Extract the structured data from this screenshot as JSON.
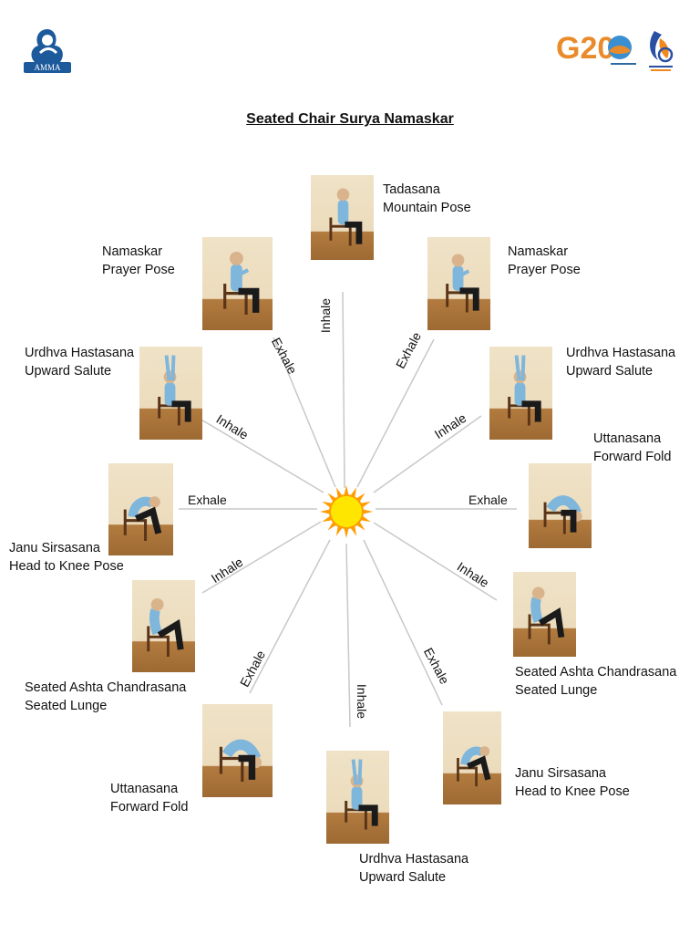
{
  "title": "Seated Chair Surya Namaskar",
  "logos": {
    "left": "AMMA",
    "right_main": "G20"
  },
  "poses": [
    {
      "id": "p1",
      "name": "Tadasana",
      "english": "Mountain Pose",
      "figure": "sit"
    },
    {
      "id": "p2",
      "name": "Namaskar",
      "english": "Prayer Pose",
      "figure": "pray"
    },
    {
      "id": "p3",
      "name": "Urdhva Hastasana",
      "english": "Upward Salute",
      "figure": "arms-up"
    },
    {
      "id": "p4",
      "name": "Uttanasana",
      "english": "Forward Fold",
      "figure": "fold"
    },
    {
      "id": "p5",
      "name": "Seated Ashta Chandrasana",
      "english": "Seated Lunge",
      "figure": "lunge"
    },
    {
      "id": "p6",
      "name": "Janu Sirsasana",
      "english": "Head to Knee Pose",
      "figure": "knee"
    },
    {
      "id": "p7",
      "name": "Urdhva Hastasana",
      "english": "Upward Salute",
      "figure": "arms-up"
    },
    {
      "id": "p8",
      "name": "Uttanasana",
      "english": "Forward Fold",
      "figure": "fold"
    },
    {
      "id": "p9",
      "name": "Seated Ashta Chandrasana",
      "english": "Seated Lunge",
      "figure": "lunge"
    },
    {
      "id": "p10",
      "name": "Janu Sirsasana",
      "english": "Head to Knee Pose",
      "figure": "knee"
    },
    {
      "id": "p11",
      "name": "Urdhva Hastasana",
      "english": "Upward Salute",
      "figure": "arms-up"
    },
    {
      "id": "p12",
      "name": "Namaskar",
      "english": "Prayer Pose",
      "figure": "pray"
    }
  ],
  "breaths": [
    {
      "text": "Inhale"
    },
    {
      "text": "Exhale"
    },
    {
      "text": "Inhale"
    },
    {
      "text": "Exhale"
    },
    {
      "text": "Inhale"
    },
    {
      "text": "Exhale"
    },
    {
      "text": "Inhale"
    },
    {
      "text": "Exhale"
    },
    {
      "text": "Inhale"
    },
    {
      "text": "Exhale"
    },
    {
      "text": "Inhale"
    },
    {
      "text": "Exhale"
    }
  ],
  "colors": {
    "sun": "#ffe600",
    "sun_rays": "#ff9c00",
    "lines": "#c8c8c8",
    "shirt": "#7fb6dc",
    "pants": "#1a1a1a",
    "chair": "#5a3418"
  }
}
